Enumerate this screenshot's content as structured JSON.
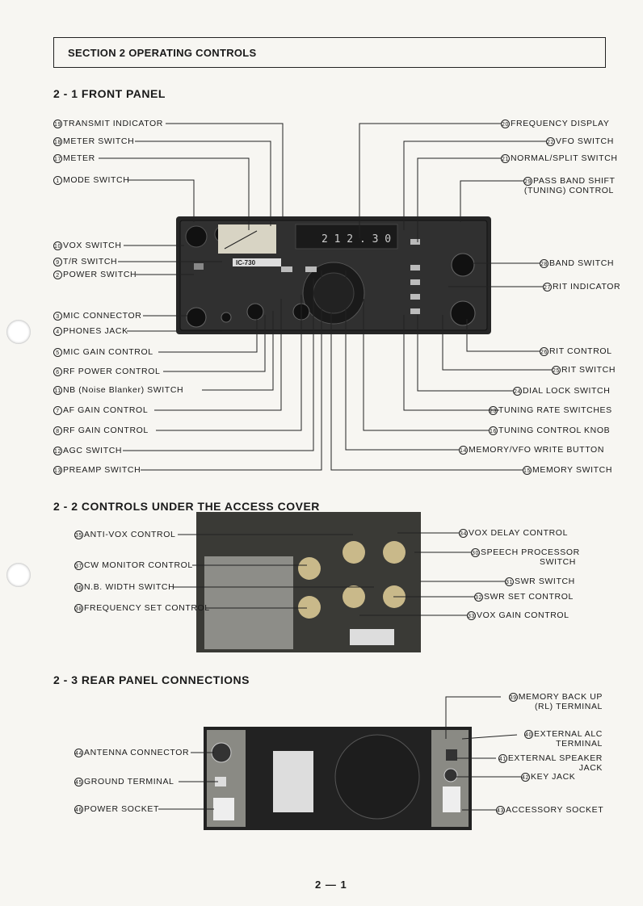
{
  "section_title": "SECTION  2  OPERATING CONTROLS",
  "headings": {
    "front": "2 - 1    FRONT  PANEL",
    "access": "2 - 2    CONTROLS UNDER THE ACCESS COVER",
    "rear": "2 - 3    REAR  PANEL  CONNECTIONS"
  },
  "front_left": [
    {
      "n": "19",
      "t": "TRANSMIT INDICATOR"
    },
    {
      "n": "18",
      "t": "METER SWITCH"
    },
    {
      "n": "17",
      "t": "METER"
    },
    {
      "n": "1",
      "t": "MODE SWITCH"
    },
    {
      "n": "10",
      "t": "VOX SWITCH"
    },
    {
      "n": "9",
      "t": "T/R SWITCH"
    },
    {
      "n": "2",
      "t": "POWER SWITCH"
    },
    {
      "n": "3",
      "t": "MIC CONNECTOR"
    },
    {
      "n": "4",
      "t": "PHONES JACK"
    },
    {
      "n": "5",
      "t": "MIC GAIN CONTROL"
    },
    {
      "n": "6",
      "t": "RF POWER CONTROL"
    },
    {
      "n": "11",
      "t": "NB (Noise Blanker) SWITCH"
    },
    {
      "n": "7",
      "t": "AF GAIN CONTROL"
    },
    {
      "n": "8",
      "t": "RF GAIN CONTROL"
    },
    {
      "n": "12",
      "t": "AGC SWITCH"
    },
    {
      "n": "13",
      "t": "PREAMP SWITCH"
    }
  ],
  "front_right": [
    {
      "n": "20",
      "t": "FREQUENCY DISPLAY"
    },
    {
      "n": "22",
      "t": "VFO SWITCH"
    },
    {
      "n": "21",
      "t": "NORMAL/SPLIT SWITCH"
    },
    {
      "n": "29",
      "t": "PASS BAND SHIFT",
      "t2": "(TUNING) CONTROL"
    },
    {
      "n": "28",
      "t": "BAND SWITCH"
    },
    {
      "n": "27",
      "t": "RIT INDICATOR"
    },
    {
      "n": "26",
      "t": "RIT CONTROL"
    },
    {
      "n": "25",
      "t": "RIT SWITCH"
    },
    {
      "n": "24",
      "t": "DIAL LOCK SWITCH"
    },
    {
      "n": "23",
      "t": "TUNING RATE SWITCHES"
    },
    {
      "n": "16",
      "t": "TUNING CONTROL KNOB"
    },
    {
      "n": "14",
      "t": "MEMORY/VFO WRITE BUTTON"
    },
    {
      "n": "15",
      "t": "MEMORY SWITCH"
    }
  ],
  "access_left": [
    {
      "n": "35",
      "t": "ANTI-VOX CONTROL"
    },
    {
      "n": "37",
      "t": "CW MONITOR CONTROL"
    },
    {
      "n": "36",
      "t": "N.B. WIDTH SWITCH"
    },
    {
      "n": "38",
      "t": "FREQUENCY SET CONTROL"
    }
  ],
  "access_right": [
    {
      "n": "34",
      "t": "VOX DELAY CONTROL"
    },
    {
      "n": "30",
      "t": "SPEECH PROCESSOR",
      "t2": "SWITCH"
    },
    {
      "n": "31",
      "t": "SWR SWITCH"
    },
    {
      "n": "32",
      "t": "SWR SET CONTROL"
    },
    {
      "n": "33",
      "t": "VOX GAIN CONTROL"
    }
  ],
  "rear_left": [
    {
      "n": "44",
      "t": "ANTENNA CONNECTOR"
    },
    {
      "n": "45",
      "t": "GROUND TERMINAL"
    },
    {
      "n": "46",
      "t": "POWER SOCKET"
    }
  ],
  "rear_right": [
    {
      "n": "39",
      "t": "MEMORY BACK UP",
      "t2": "(RL) TERMINAL"
    },
    {
      "n": "40",
      "t": "EXTERNAL ALC",
      "t2": "TERMINAL"
    },
    {
      "n": "41",
      "t": "EXTERNAL SPEAKER",
      "t2": "JACK"
    },
    {
      "n": "42",
      "t": "KEY JACK"
    },
    {
      "n": "43",
      "t": "ACCESSORY SOCKET"
    }
  ],
  "radio": {
    "model": "IC-730",
    "display": "2 1 2 . 3 0"
  },
  "page_number": "2 — 1"
}
